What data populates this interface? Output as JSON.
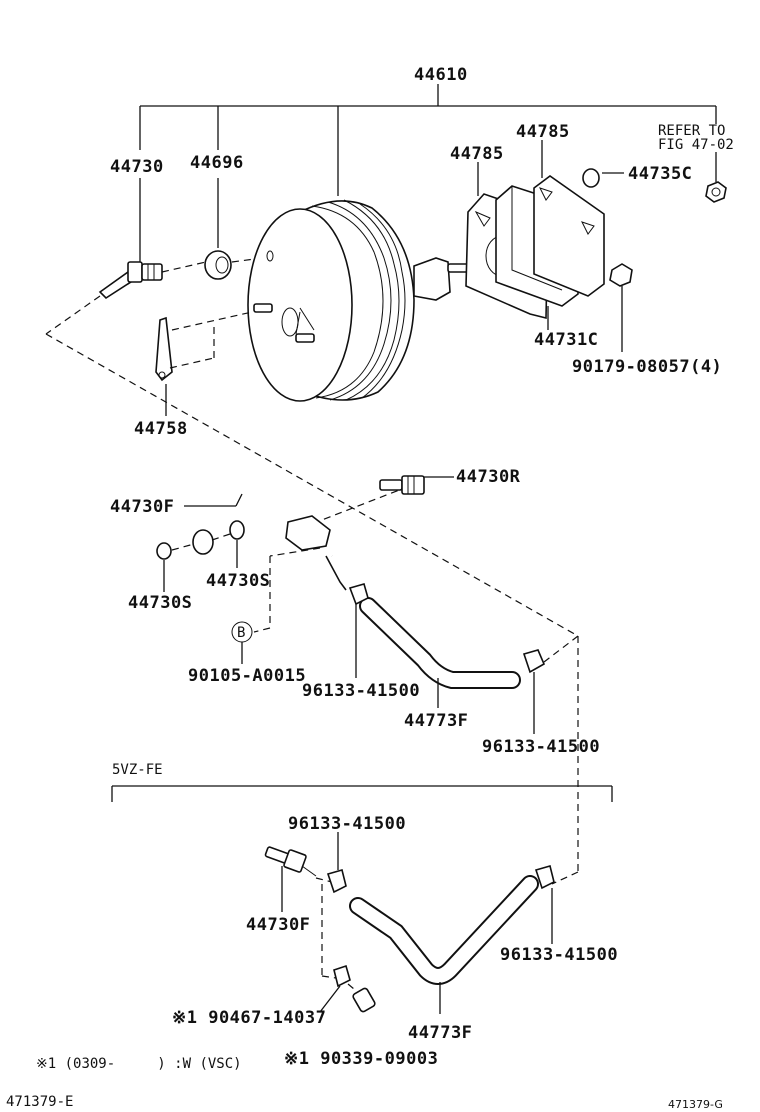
{
  "callouts": {
    "booster_assy": "44610",
    "check_valve_top": "44730",
    "grommet": "44696",
    "gasket_upper": "44785",
    "gasket_right": "44785",
    "refer_line1": "REFER TO",
    "refer_line2": "FIG 47-02",
    "plug_44735c": "44735C",
    "spacer_44731c": "44731C",
    "nut_90179": "90179-08057(4)",
    "clip_44758": "44758",
    "union_44730r": "44730R",
    "pipe_44730f": "44730F",
    "gasket_44730s_a": "44730S",
    "gasket_44730s_b": "44730S",
    "circle_b": "B",
    "bolt_90105": "90105-A0015",
    "clip_96133_a": "96133-41500",
    "hose_44773f_a": "44773F",
    "clip_96133_b": "96133-41500",
    "section_label": "5VZ-FE",
    "clip_96133_c": "96133-41500",
    "valve_44730f_b": "44730F",
    "clip_96133_d": "96133-41500",
    "clip_90467": "※1 90467-14037",
    "hose_44773f_b": "44773F",
    "plug_90339": "※1 90339-09003",
    "footnote": "※1 (0309-     ) :W (VSC)",
    "fig_code_left": "471379-E",
    "fig_code_right": "471379-G"
  }
}
